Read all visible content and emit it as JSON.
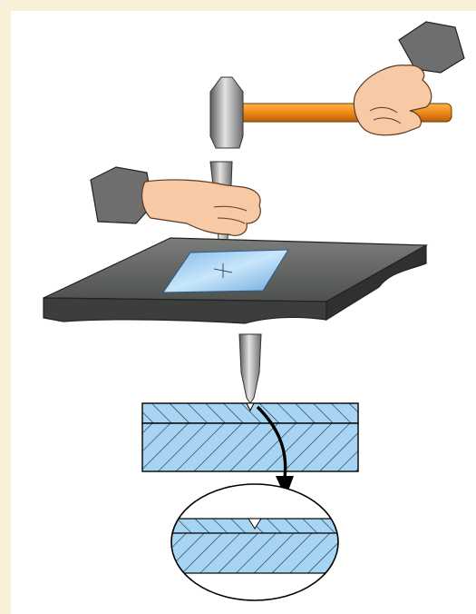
{
  "diagram": {
    "kind": "center-punching illustration",
    "colors": {
      "page_border": "#f9f0d9",
      "background": "#ffffff",
      "hammer_handle": "#f08a1c",
      "hammer_head": "#9a9a9a",
      "skin": "#f7c9a4",
      "sleeve": "#6e6e6e",
      "plate_top": "#5b5e5b",
      "plate_edge": "#3c3e3c",
      "workpiece": "#9fd0f0",
      "hatch_fill": "#a6d4f2",
      "outline": "#000000"
    },
    "parts": [
      "hand-holding-hammer",
      "hammer",
      "hand-holding-punch",
      "center-punch",
      "surface-plate",
      "workpiece-sheet",
      "punch-tip-detail",
      "section-view",
      "magnified-detail-ellipse"
    ],
    "icons": [
      "curved-arrow-icon"
    ]
  }
}
